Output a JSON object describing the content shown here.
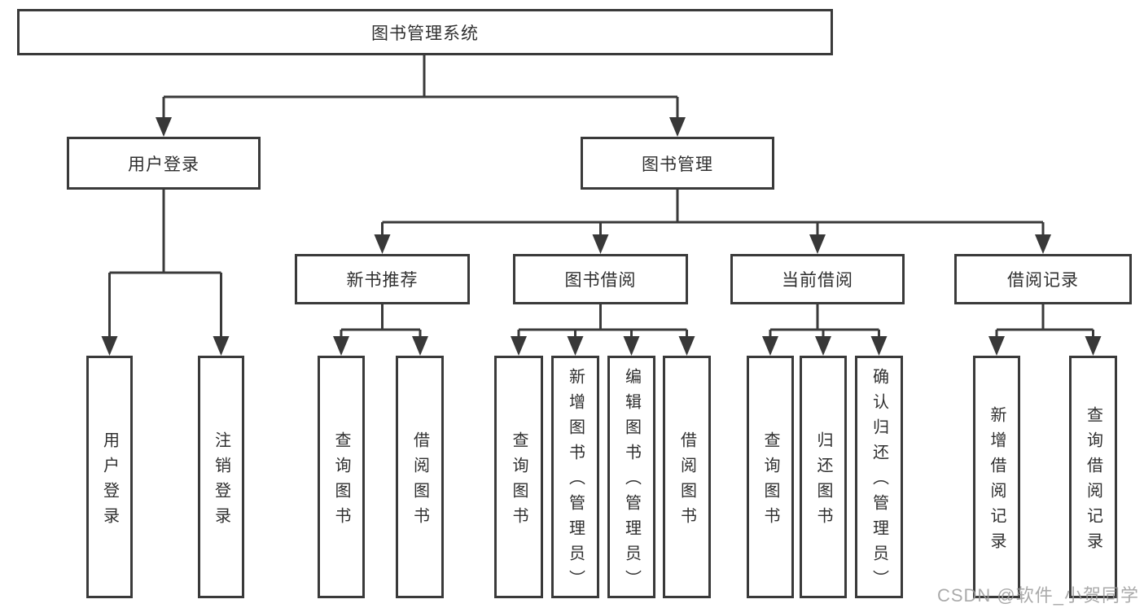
{
  "tree": {
    "root": {
      "label": "图书管理系统",
      "children": [
        {
          "label": "用户登录",
          "children": [
            {
              "label": "用户登录"
            },
            {
              "label": "注销登录"
            }
          ]
        },
        {
          "label": "图书管理",
          "children": [
            {
              "label": "新书推荐",
              "children": [
                {
                  "label": "查询图书"
                },
                {
                  "label": "借阅图书"
                }
              ]
            },
            {
              "label": "图书借阅",
              "children": [
                {
                  "label": "查询图书"
                },
                {
                  "label": "新增图书（管理员）"
                },
                {
                  "label": "编辑图书（管理员）"
                },
                {
                  "label": "借阅图书"
                }
              ]
            },
            {
              "label": "当前借阅",
              "children": [
                {
                  "label": "查询图书"
                },
                {
                  "label": "归还图书"
                },
                {
                  "label": "确认归还（管理员）"
                }
              ]
            },
            {
              "label": "借阅记录",
              "children": [
                {
                  "label": "新增借阅记录"
                },
                {
                  "label": "查询借阅记录"
                }
              ]
            }
          ]
        }
      ]
    }
  },
  "watermark": {
    "text": "CSDN @软件_小贺同学"
  },
  "colors": {
    "line": "#3a3a3a",
    "arrow": "#383838",
    "text": "#2f2f2f",
    "watermark": "#9b9b9b",
    "background": "#ffffff"
  }
}
